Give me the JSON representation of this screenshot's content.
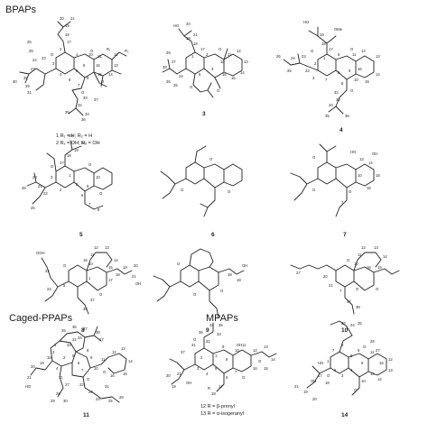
{
  "sections": {
    "bpaps": "BPAPs",
    "caged": "Caged-PPAPs",
    "mpaps": "MPAPs"
  },
  "compounds": [
    {
      "id": "c1",
      "label": "",
      "note_lines": [
        "1 R₁ = H;    R₂ = H",
        "2 R₁ = OH; R₂ = OH"
      ],
      "atoms": [
        "20",
        "21",
        "19",
        "18",
        "17",
        "26",
        "25",
        "24",
        "23",
        "27",
        "28",
        "29",
        "30",
        "31",
        "1",
        "2",
        "3",
        "4",
        "5",
        "6",
        "7",
        "8",
        "9",
        "10",
        "11",
        "12",
        "13",
        "14",
        "15",
        "16",
        "R₁",
        "R₂",
        "O",
        "O",
        "O",
        "O",
        "32",
        "33",
        "34",
        "35",
        "36",
        "37"
      ]
    },
    {
      "id": "c3",
      "label": "3",
      "note_lines": [],
      "atoms": [
        "HO",
        "20",
        "21",
        "19",
        "18",
        "17",
        "29",
        "27",
        "28",
        "26",
        "25",
        "24",
        "2",
        "1",
        "5",
        "3",
        "10",
        "11",
        "12",
        "13",
        "14",
        "15",
        "16",
        "O",
        "O",
        "O"
      ]
    },
    {
      "id": "c4",
      "label": "4",
      "note_lines": [],
      "atoms": [
        "HO",
        "OMe",
        "19",
        "18",
        "17",
        "26",
        "24",
        "23",
        "25",
        "22",
        "3",
        "2",
        "1",
        "5",
        "6",
        "7",
        "8",
        "9",
        "10",
        "11",
        "12",
        "13",
        "14",
        "15",
        "16",
        "O",
        "O",
        "O",
        "32",
        "33",
        "34",
        "35",
        "36"
      ]
    },
    {
      "id": "c5",
      "label": "5",
      "note_lines": [],
      "atoms": [
        "20",
        "21",
        "19",
        "18",
        "17",
        "26",
        "24",
        "23",
        "25",
        "22",
        "10",
        "3",
        "2",
        "1",
        "5",
        "6",
        "7",
        "8",
        "9",
        "O",
        "O",
        "O"
      ]
    },
    {
      "id": "c6",
      "label": "6",
      "note_lines": [],
      "atoms": [
        "O",
        "O",
        "O"
      ]
    },
    {
      "id": "c7",
      "label": "7",
      "note_lines": [],
      "atoms": [
        "HO",
        "OH",
        "10",
        "13",
        "14",
        "15",
        "16",
        "O",
        "O",
        "O",
        "7"
      ]
    },
    {
      "id": "c8",
      "label": "8",
      "note_lines": [],
      "atoms": [
        "OOH",
        "22",
        "24",
        "10",
        "11",
        "12",
        "13",
        "14",
        "15",
        "16",
        "5",
        "1",
        "17",
        "18",
        "19",
        "20",
        "21",
        "37",
        "38",
        "O",
        "O",
        "OH"
      ]
    },
    {
      "id": "c9",
      "label": "9",
      "note_lines": [],
      "atoms": [
        "O",
        "O",
        "O",
        "18",
        "OH",
        "19"
      ]
    },
    {
      "id": "c10",
      "label": "10",
      "note_lines": [],
      "atoms": [
        "27",
        "10",
        "11",
        "12",
        "13",
        "14",
        "15",
        "16",
        "20",
        "21",
        "7",
        "37",
        "38",
        "O",
        "O",
        "O"
      ]
    },
    {
      "id": "c11",
      "label": "11",
      "note_lines": [],
      "atoms": [
        "35",
        "36",
        "37",
        "38",
        "32",
        "33",
        "34",
        "20",
        "21",
        "19",
        "18",
        "HO",
        "3",
        "4",
        "2",
        "1",
        "5",
        "6",
        "7",
        "8",
        "9",
        "10",
        "11",
        "12",
        "13",
        "14",
        "15",
        "16",
        "17",
        "22",
        "23",
        "24",
        "25",
        "26",
        "27",
        "28",
        "29",
        "30",
        "31",
        "O",
        "O",
        "O"
      ]
    },
    {
      "id": "c12",
      "label": "",
      "note_lines": [
        "12 R = β-prenyl",
        "13 R = α-isogeranyl"
      ],
      "atoms": [
        "36",
        "34",
        "33",
        "35",
        "37",
        "32",
        "31",
        "10",
        "11",
        "12",
        "13",
        "14",
        "15",
        "16",
        "17",
        "18",
        "19",
        "20",
        "21",
        "1",
        "2",
        "3",
        "4",
        "5",
        "6",
        "7",
        "8",
        "9",
        "R",
        "OH",
        "OH",
        "O",
        "O",
        "O"
      ]
    },
    {
      "id": "c14",
      "label": "14",
      "note_lines": [],
      "atoms": [
        "26",
        "24",
        "25",
        "28",
        "27",
        "HO",
        "OH",
        "7",
        "8",
        "1",
        "2",
        "3",
        "4",
        "5",
        "6",
        "9",
        "10",
        "11",
        "12",
        "13",
        "14",
        "15",
        "16",
        "17",
        "18",
        "19",
        "20",
        "21",
        "O",
        "O",
        "O"
      ]
    }
  ]
}
